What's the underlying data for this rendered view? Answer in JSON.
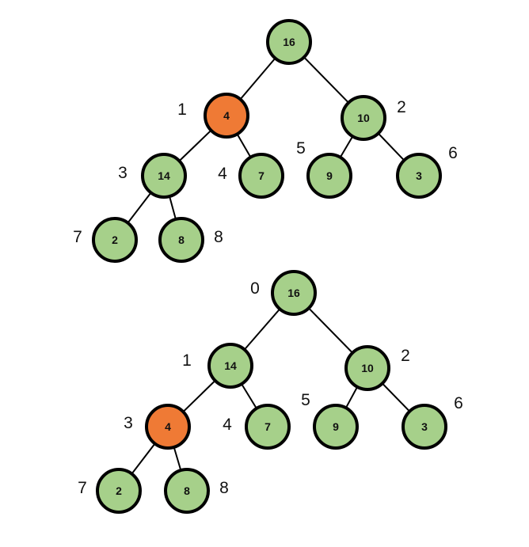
{
  "colors": {
    "normal_fill": "#a6d08a",
    "highlight_fill": "#ef7a35",
    "stroke": "#000000"
  },
  "trees": [
    {
      "nodes": [
        {
          "id": 0,
          "value": "16",
          "highlight": false,
          "index_label": ""
        },
        {
          "id": 1,
          "value": "4",
          "highlight": true,
          "index_label": "1"
        },
        {
          "id": 2,
          "value": "10",
          "highlight": false,
          "index_label": "2"
        },
        {
          "id": 3,
          "value": "14",
          "highlight": false,
          "index_label": "3"
        },
        {
          "id": 4,
          "value": "7",
          "highlight": false,
          "index_label": "4"
        },
        {
          "id": 5,
          "value": "9",
          "highlight": false,
          "index_label": "5"
        },
        {
          "id": 6,
          "value": "3",
          "highlight": false,
          "index_label": "6"
        },
        {
          "id": 7,
          "value": "2",
          "highlight": false,
          "index_label": "7"
        },
        {
          "id": 8,
          "value": "8",
          "highlight": false,
          "index_label": "8"
        }
      ],
      "edges": [
        [
          0,
          1
        ],
        [
          0,
          2
        ],
        [
          1,
          3
        ],
        [
          1,
          4
        ],
        [
          2,
          5
        ],
        [
          2,
          6
        ],
        [
          3,
          7
        ],
        [
          3,
          8
        ]
      ]
    },
    {
      "nodes": [
        {
          "id": 0,
          "value": "16",
          "highlight": false,
          "index_label": "0"
        },
        {
          "id": 1,
          "value": "14",
          "highlight": false,
          "index_label": "1"
        },
        {
          "id": 2,
          "value": "10",
          "highlight": false,
          "index_label": "2"
        },
        {
          "id": 3,
          "value": "4",
          "highlight": true,
          "index_label": "3"
        },
        {
          "id": 4,
          "value": "7",
          "highlight": false,
          "index_label": "4"
        },
        {
          "id": 5,
          "value": "9",
          "highlight": false,
          "index_label": "5"
        },
        {
          "id": 6,
          "value": "3",
          "highlight": false,
          "index_label": "6"
        },
        {
          "id": 7,
          "value": "2",
          "highlight": false,
          "index_label": "7"
        },
        {
          "id": 8,
          "value": "8",
          "highlight": false,
          "index_label": "8"
        }
      ],
      "edges": [
        [
          0,
          1
        ],
        [
          0,
          2
        ],
        [
          1,
          3
        ],
        [
          1,
          4
        ],
        [
          2,
          5
        ],
        [
          2,
          6
        ],
        [
          3,
          7
        ],
        [
          3,
          8
        ]
      ]
    }
  ]
}
